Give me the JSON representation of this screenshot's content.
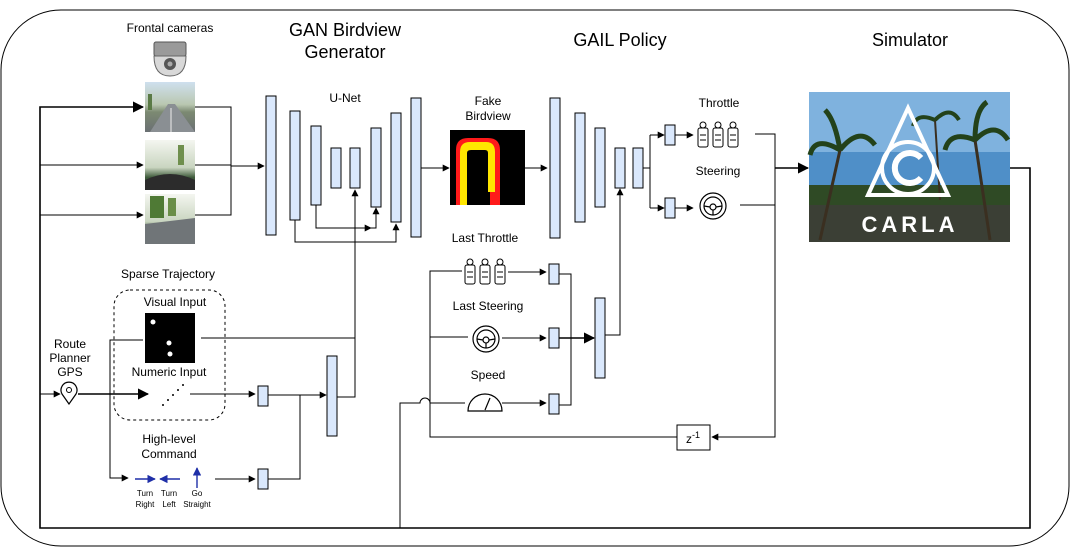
{
  "titles": {
    "gan_line1": "GAN Birdview",
    "gan_line2": "Generator",
    "gail": "GAIL Policy",
    "simulator": "Simulator"
  },
  "labels": {
    "frontal_cameras": "Frontal cameras",
    "unet": "U-Net",
    "fake_line1": "Fake",
    "fake_line2": "Birdview",
    "throttle": "Throttle",
    "steering": "Steering",
    "last_throttle": "Last Throttle",
    "last_steering": "Last Steering",
    "speed": "Speed",
    "sparse_trajectory": "Sparse Trajectory",
    "visual_input": "Visual Input",
    "numeric_input": "Numeric Input",
    "route_line1": "Route",
    "route_line2": "Planner",
    "route_line3": "GPS",
    "hlc_line1": "High-level",
    "hlc_line2": "Command",
    "turn_right_1": "Turn",
    "turn_right_2": "Right",
    "turn_left_1": "Turn",
    "turn_left_2": "Left",
    "go_straight_1": "Go",
    "go_straight_2": "Straight",
    "delay_base": "z",
    "delay_exp": "-1",
    "carla": "CARLA"
  },
  "colors": {
    "block_fill": "#dae8fc",
    "arrow_blue": "#1f2fa8",
    "birdview_red": "#ff1a1a",
    "birdview_yellow": "#ffe600"
  }
}
